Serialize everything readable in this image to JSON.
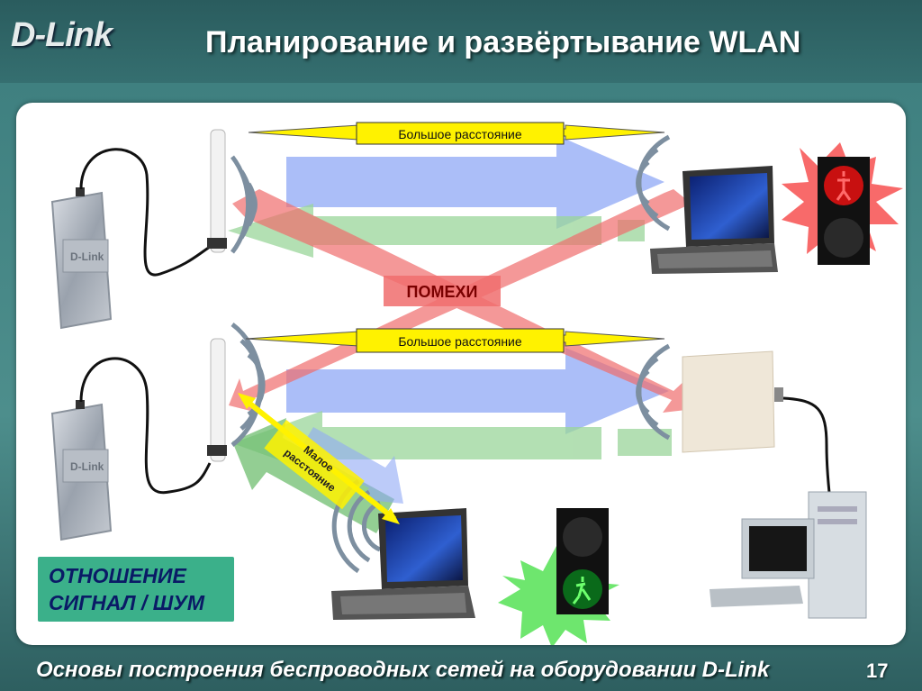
{
  "header": {
    "logo_text": "D-Link",
    "title": "Планирование и развёртывание WLAN"
  },
  "diagram": {
    "top_distance_label": "Большое расстояние",
    "bottom_distance_label": "Большое расстояние",
    "interference_label": "ПОМЕХИ",
    "short_distance_label_line1": "Малое",
    "short_distance_label_line2": "расстояние",
    "router_brand_top": "D-Link",
    "router_brand_bottom": "D-Link",
    "snr_line1": "ОТНОШЕНИЕ",
    "snr_line2": "СИГНАЛ / ШУМ"
  },
  "footer": {
    "text": "Основы построения беспроводных сетей на оборудовании D-Link",
    "page_number": "17"
  },
  "colors": {
    "signal_blue": "#8fa8f5",
    "signal_green": "#9ad59a",
    "interference_red": "#f06d6d",
    "label_yellow": "#fff200",
    "snr_box": "#3bb08a"
  }
}
